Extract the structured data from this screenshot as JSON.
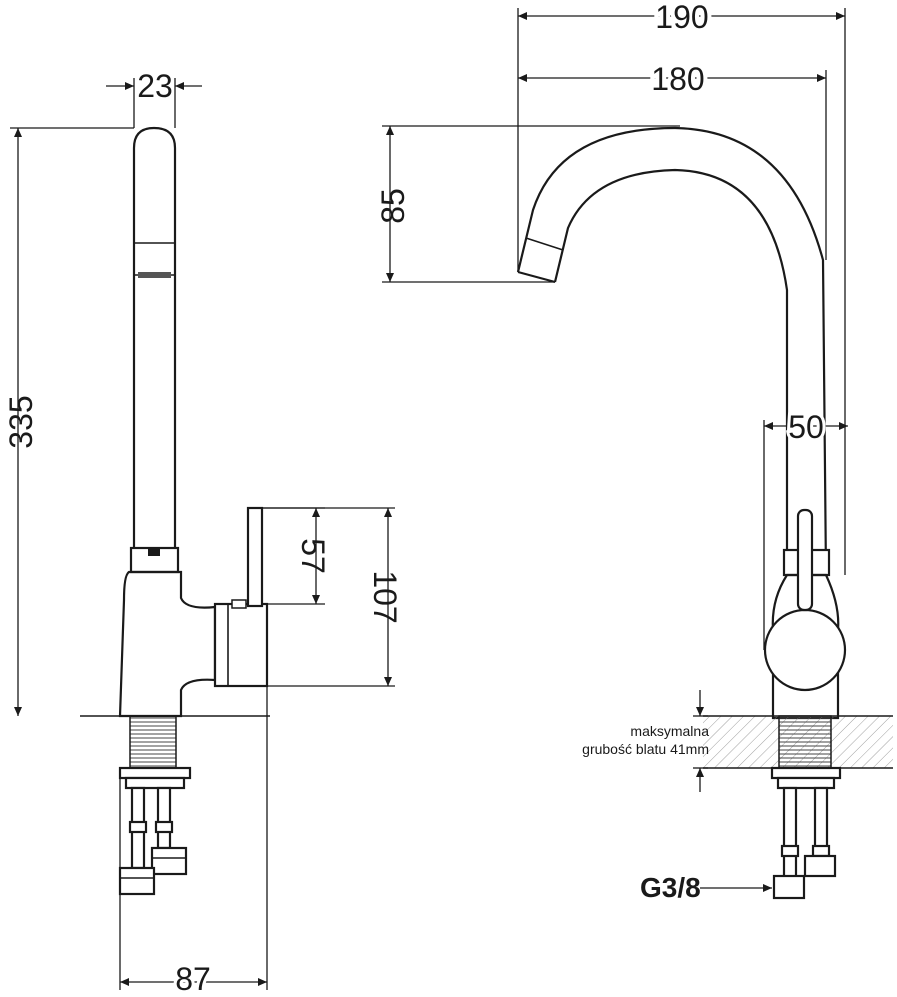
{
  "dimensions": {
    "d23": "23",
    "d335": "335",
    "d57": "57",
    "d107": "107",
    "d87": "87",
    "d190": "190",
    "d180": "180",
    "d85": "85",
    "d50": "50"
  },
  "note": {
    "line1": "maksymalna",
    "line2": "grubość blatu 41mm"
  },
  "connector_label": "G3/8"
}
